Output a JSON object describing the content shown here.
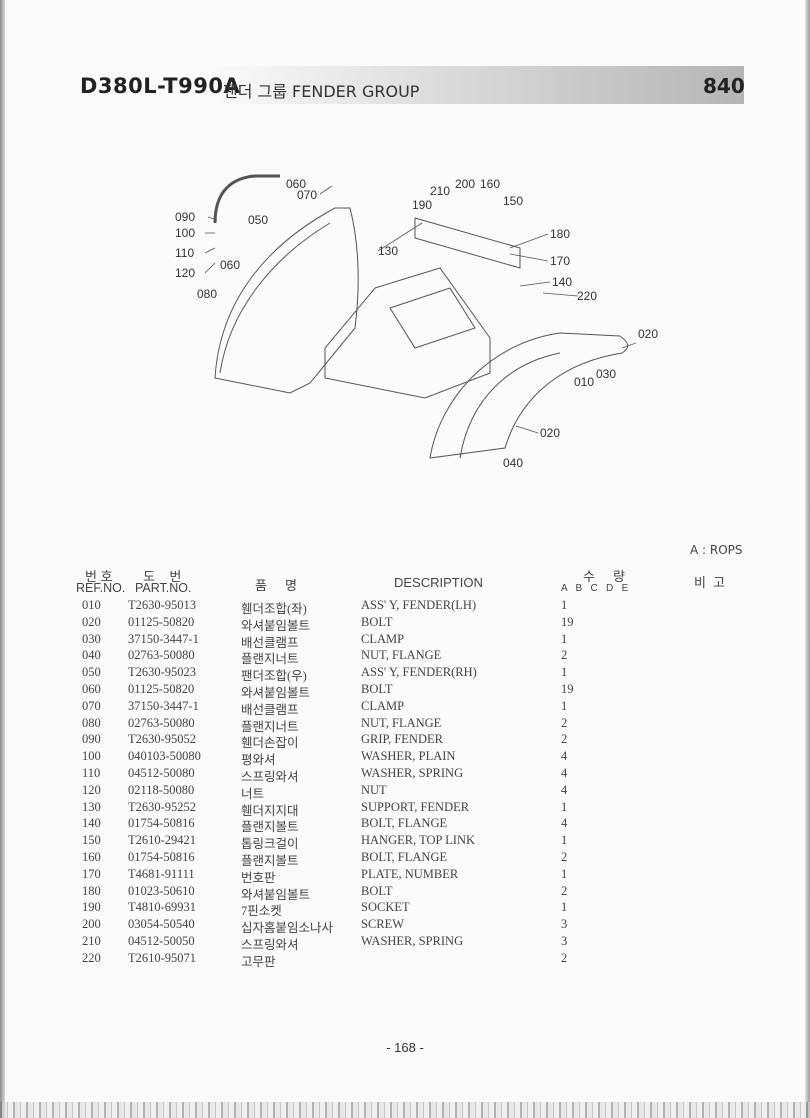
{
  "header": {
    "model": "D380L-T990A",
    "group": "팬더 그룹 FENDER GROUP",
    "code": "840"
  },
  "diagram": {
    "callouts": [
      "060",
      "070",
      "090",
      "100",
      "110",
      "120",
      "060",
      "080",
      "050",
      "210",
      "200",
      "160",
      "190",
      "150",
      "130",
      "180",
      "170",
      "140",
      "220",
      "020",
      "030",
      "010",
      "020",
      "040"
    ]
  },
  "note": "A : ROPS",
  "columns": {
    "ref_kor": "번 호",
    "ref_eng": "REF.NO.",
    "part_kor": "도    번",
    "part_eng": "PART.NO.",
    "name_kor": "품     명",
    "description": "DESCRIPTION",
    "qty_kor": "수     량",
    "qty_sub": "A   B   C   D   E",
    "remark": "비  고"
  },
  "parts": [
    {
      "ref": "010",
      "part": "T2630-95013",
      "kor": "휀더조합(좌)",
      "desc": "ASS' Y, FENDER(LH)",
      "qty": "1"
    },
    {
      "ref": "020",
      "part": "01125-50820",
      "kor": "와셔붙임볼트",
      "desc": "BOLT",
      "qty": "19"
    },
    {
      "ref": "030",
      "part": "37150-3447-1",
      "kor": "배선클램프",
      "desc": "CLAMP",
      "qty": "1"
    },
    {
      "ref": "040",
      "part": "02763-50080",
      "kor": "플랜지너트",
      "desc": "NUT, FLANGE",
      "qty": "2"
    },
    {
      "ref": "050",
      "part": "T2630-95023",
      "kor": "팬더조합(우)",
      "desc": "ASS' Y, FENDER(RH)",
      "qty": "1"
    },
    {
      "ref": "060",
      "part": "01125-50820",
      "kor": "와셔붙임볼트",
      "desc": "BOLT",
      "qty": "19"
    },
    {
      "ref": "070",
      "part": "37150-3447-1",
      "kor": "배선클램프",
      "desc": "CLAMP",
      "qty": "1"
    },
    {
      "ref": "080",
      "part": "02763-50080",
      "kor": "플랜지너트",
      "desc": "NUT, FLANGE",
      "qty": "2"
    },
    {
      "ref": "090",
      "part": "T2630-95052",
      "kor": "휀더손잡이",
      "desc": "GRIP, FENDER",
      "qty": "2"
    },
    {
      "ref": "100",
      "part": "040103-50080",
      "kor": "평와셔",
      "desc": "WASHER, PLAIN",
      "qty": "4"
    },
    {
      "ref": "110",
      "part": "04512-50080",
      "kor": "스프링와셔",
      "desc": "WASHER, SPRING",
      "qty": "4"
    },
    {
      "ref": "120",
      "part": "02118-50080",
      "kor": "너트",
      "desc": "NUT",
      "qty": "4"
    },
    {
      "ref": "130",
      "part": "T2630-95252",
      "kor": "휀더지지대",
      "desc": "SUPPORT, FENDER",
      "qty": "1"
    },
    {
      "ref": "140",
      "part": "01754-50816",
      "kor": "플랜지볼트",
      "desc": "BOLT, FLANGE",
      "qty": "4"
    },
    {
      "ref": "150",
      "part": "T2610-29421",
      "kor": "톱링크걸이",
      "desc": "HANGER, TOP LINK",
      "qty": "1"
    },
    {
      "ref": "160",
      "part": "01754-50816",
      "kor": "플랜지볼트",
      "desc": "BOLT, FLANGE",
      "qty": "2"
    },
    {
      "ref": "170",
      "part": "T4681-91111",
      "kor": "번호판",
      "desc": "PLATE, NUMBER",
      "qty": "1"
    },
    {
      "ref": "180",
      "part": "01023-50610",
      "kor": "와셔붙임볼트",
      "desc": "BOLT",
      "qty": "2"
    },
    {
      "ref": "190",
      "part": "T4810-69931",
      "kor": "7핀소켓",
      "desc": "SOCKET",
      "qty": "1"
    },
    {
      "ref": "200",
      "part": "03054-50540",
      "kor": "십자홈붙임소나사",
      "desc": "SCREW",
      "qty": "3"
    },
    {
      "ref": "210",
      "part": "04512-50050",
      "kor": "스프링와셔",
      "desc": "WASHER, SPRING",
      "qty": "3"
    },
    {
      "ref": "220",
      "part": "T2610-95071",
      "kor": "고무판",
      "desc": "",
      "qty": "2"
    }
  ],
  "page_number": "- 168 -"
}
